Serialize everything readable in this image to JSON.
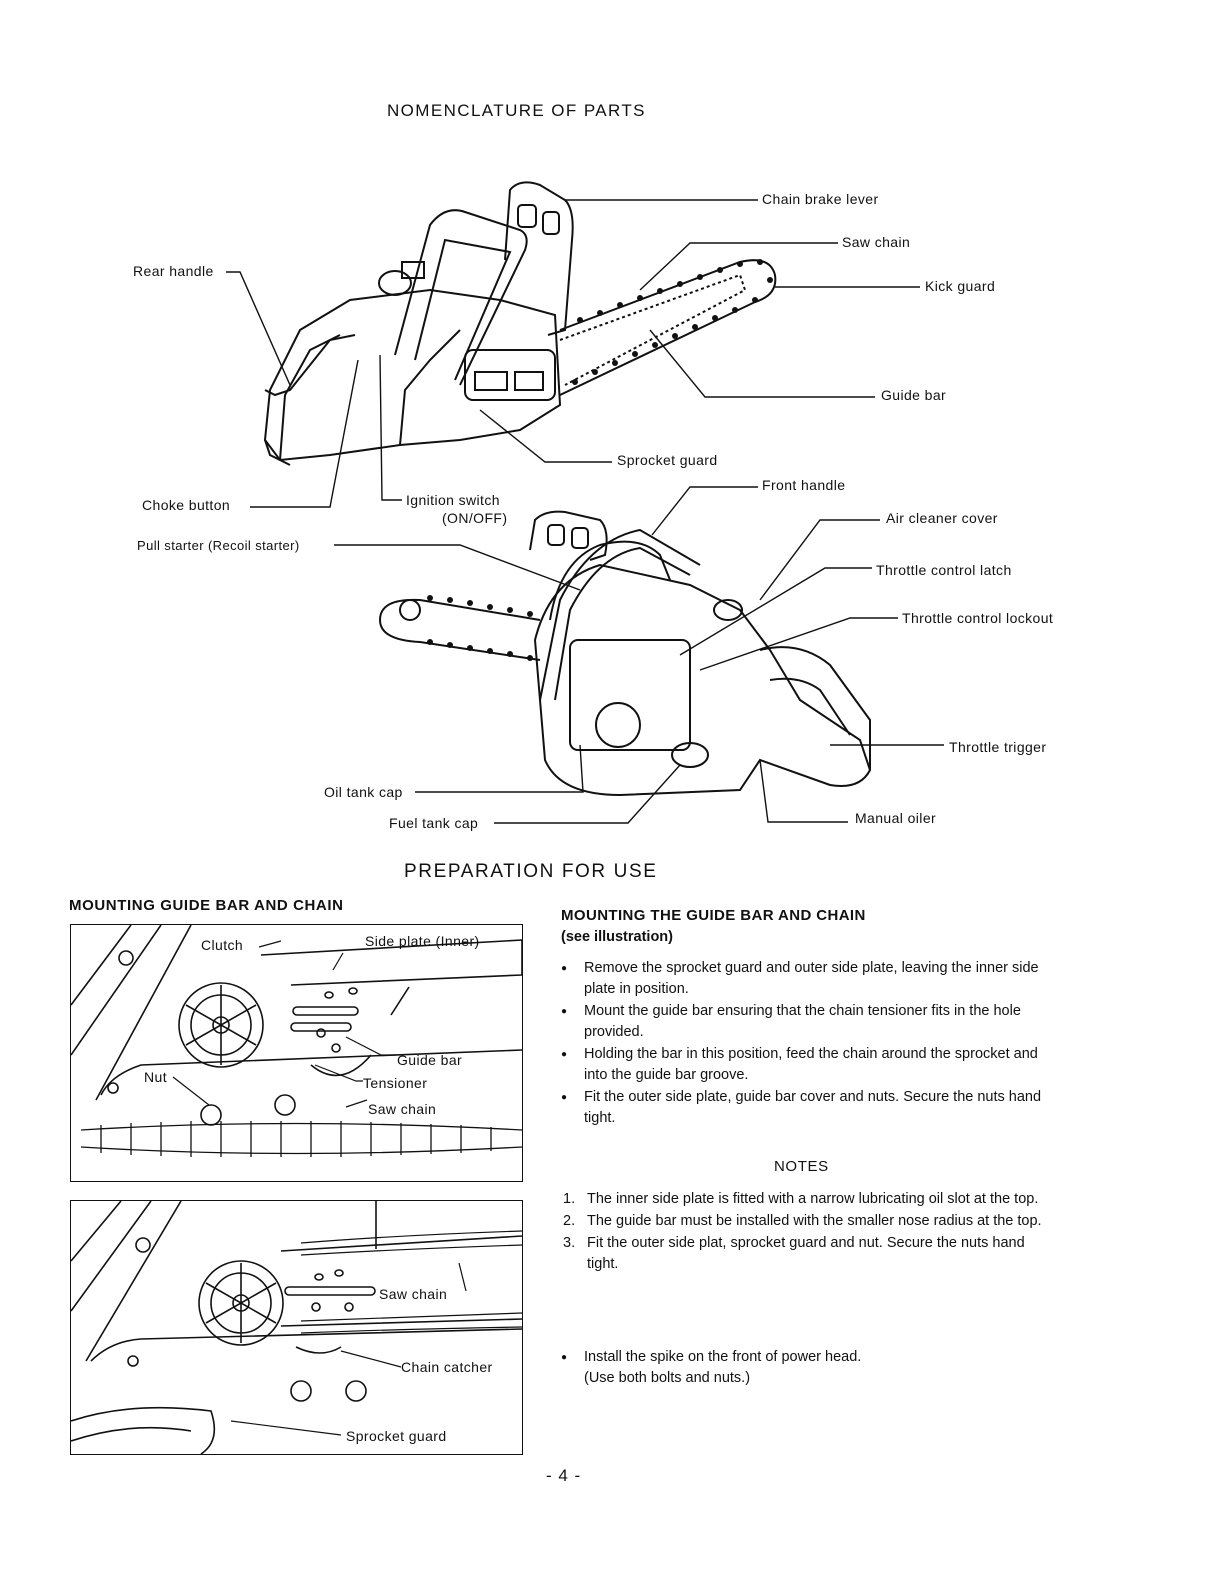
{
  "nomenclature": {
    "title": "NOMENCLATURE OF PARTS",
    "labels": {
      "chain_brake_lever": "Chain brake lever",
      "saw_chain": "Saw chain",
      "rear_handle": "Rear handle",
      "kick_guard": "Kick guard",
      "guide_bar": "Guide bar",
      "sprocket_guard": "Sprocket guard",
      "front_handle": "Front handle",
      "choke_button": "Choke button",
      "ignition_switch": "Ignition switch",
      "ignition_switch_state": "(ON/OFF)",
      "air_cleaner_cover": "Air cleaner cover",
      "pull_starter": "Pull starter (Recoil starter)",
      "throttle_control_latch": "Throttle control latch",
      "throttle_control_lockout": "Throttle control lockout",
      "throttle_trigger": "Throttle trigger",
      "oil_tank_cap": "Oil tank cap",
      "fuel_tank_cap": "Fuel tank cap",
      "manual_oiler": "Manual oiler"
    }
  },
  "preparation": {
    "title": "PREPARATION FOR USE",
    "left_heading": "MOUNTING GUIDE BAR AND CHAIN",
    "figure1_labels": {
      "clutch": "Clutch",
      "side_plate_inner": "Side plate (Inner)",
      "guide_bar": "Guide bar",
      "nut": "Nut",
      "tensioner": "Tensioner",
      "saw_chain": "Saw chain"
    },
    "figure2_labels": {
      "saw_chain": "Saw chain",
      "chain_catcher": "Chain catcher",
      "sprocket_guard": "Sprocket guard"
    },
    "right_heading": "MOUNTING THE GUIDE BAR AND CHAIN",
    "right_subheading": "(see illustration)",
    "bullets": [
      "Remove the sprocket guard and outer side plate, leaving the inner side plate in position.",
      "Mount the guide bar ensuring that the chain tensioner fits in the hole provided.",
      "Holding the bar in this position, feed the chain around the sprocket and into the guide bar groove.",
      "Fit the outer side plate, guide bar cover and nuts. Secure the nuts hand tight."
    ],
    "notes_title": "NOTES",
    "notes": [
      {
        "num": "1.",
        "text": "The inner side plate is fitted with a narrow lubricating oil slot at the top."
      },
      {
        "num": "2.",
        "text": "The guide bar must be installed with the smaller nose radius at the top."
      },
      {
        "num": "3.",
        "text": "Fit the outer side plat, sprocket guard and nut. Secure the nuts hand tight."
      }
    ],
    "final_bullet": "Install the spike on the front of power head.",
    "final_note": "(Use both bolts and nuts.)"
  },
  "page_number": "- 4 -"
}
